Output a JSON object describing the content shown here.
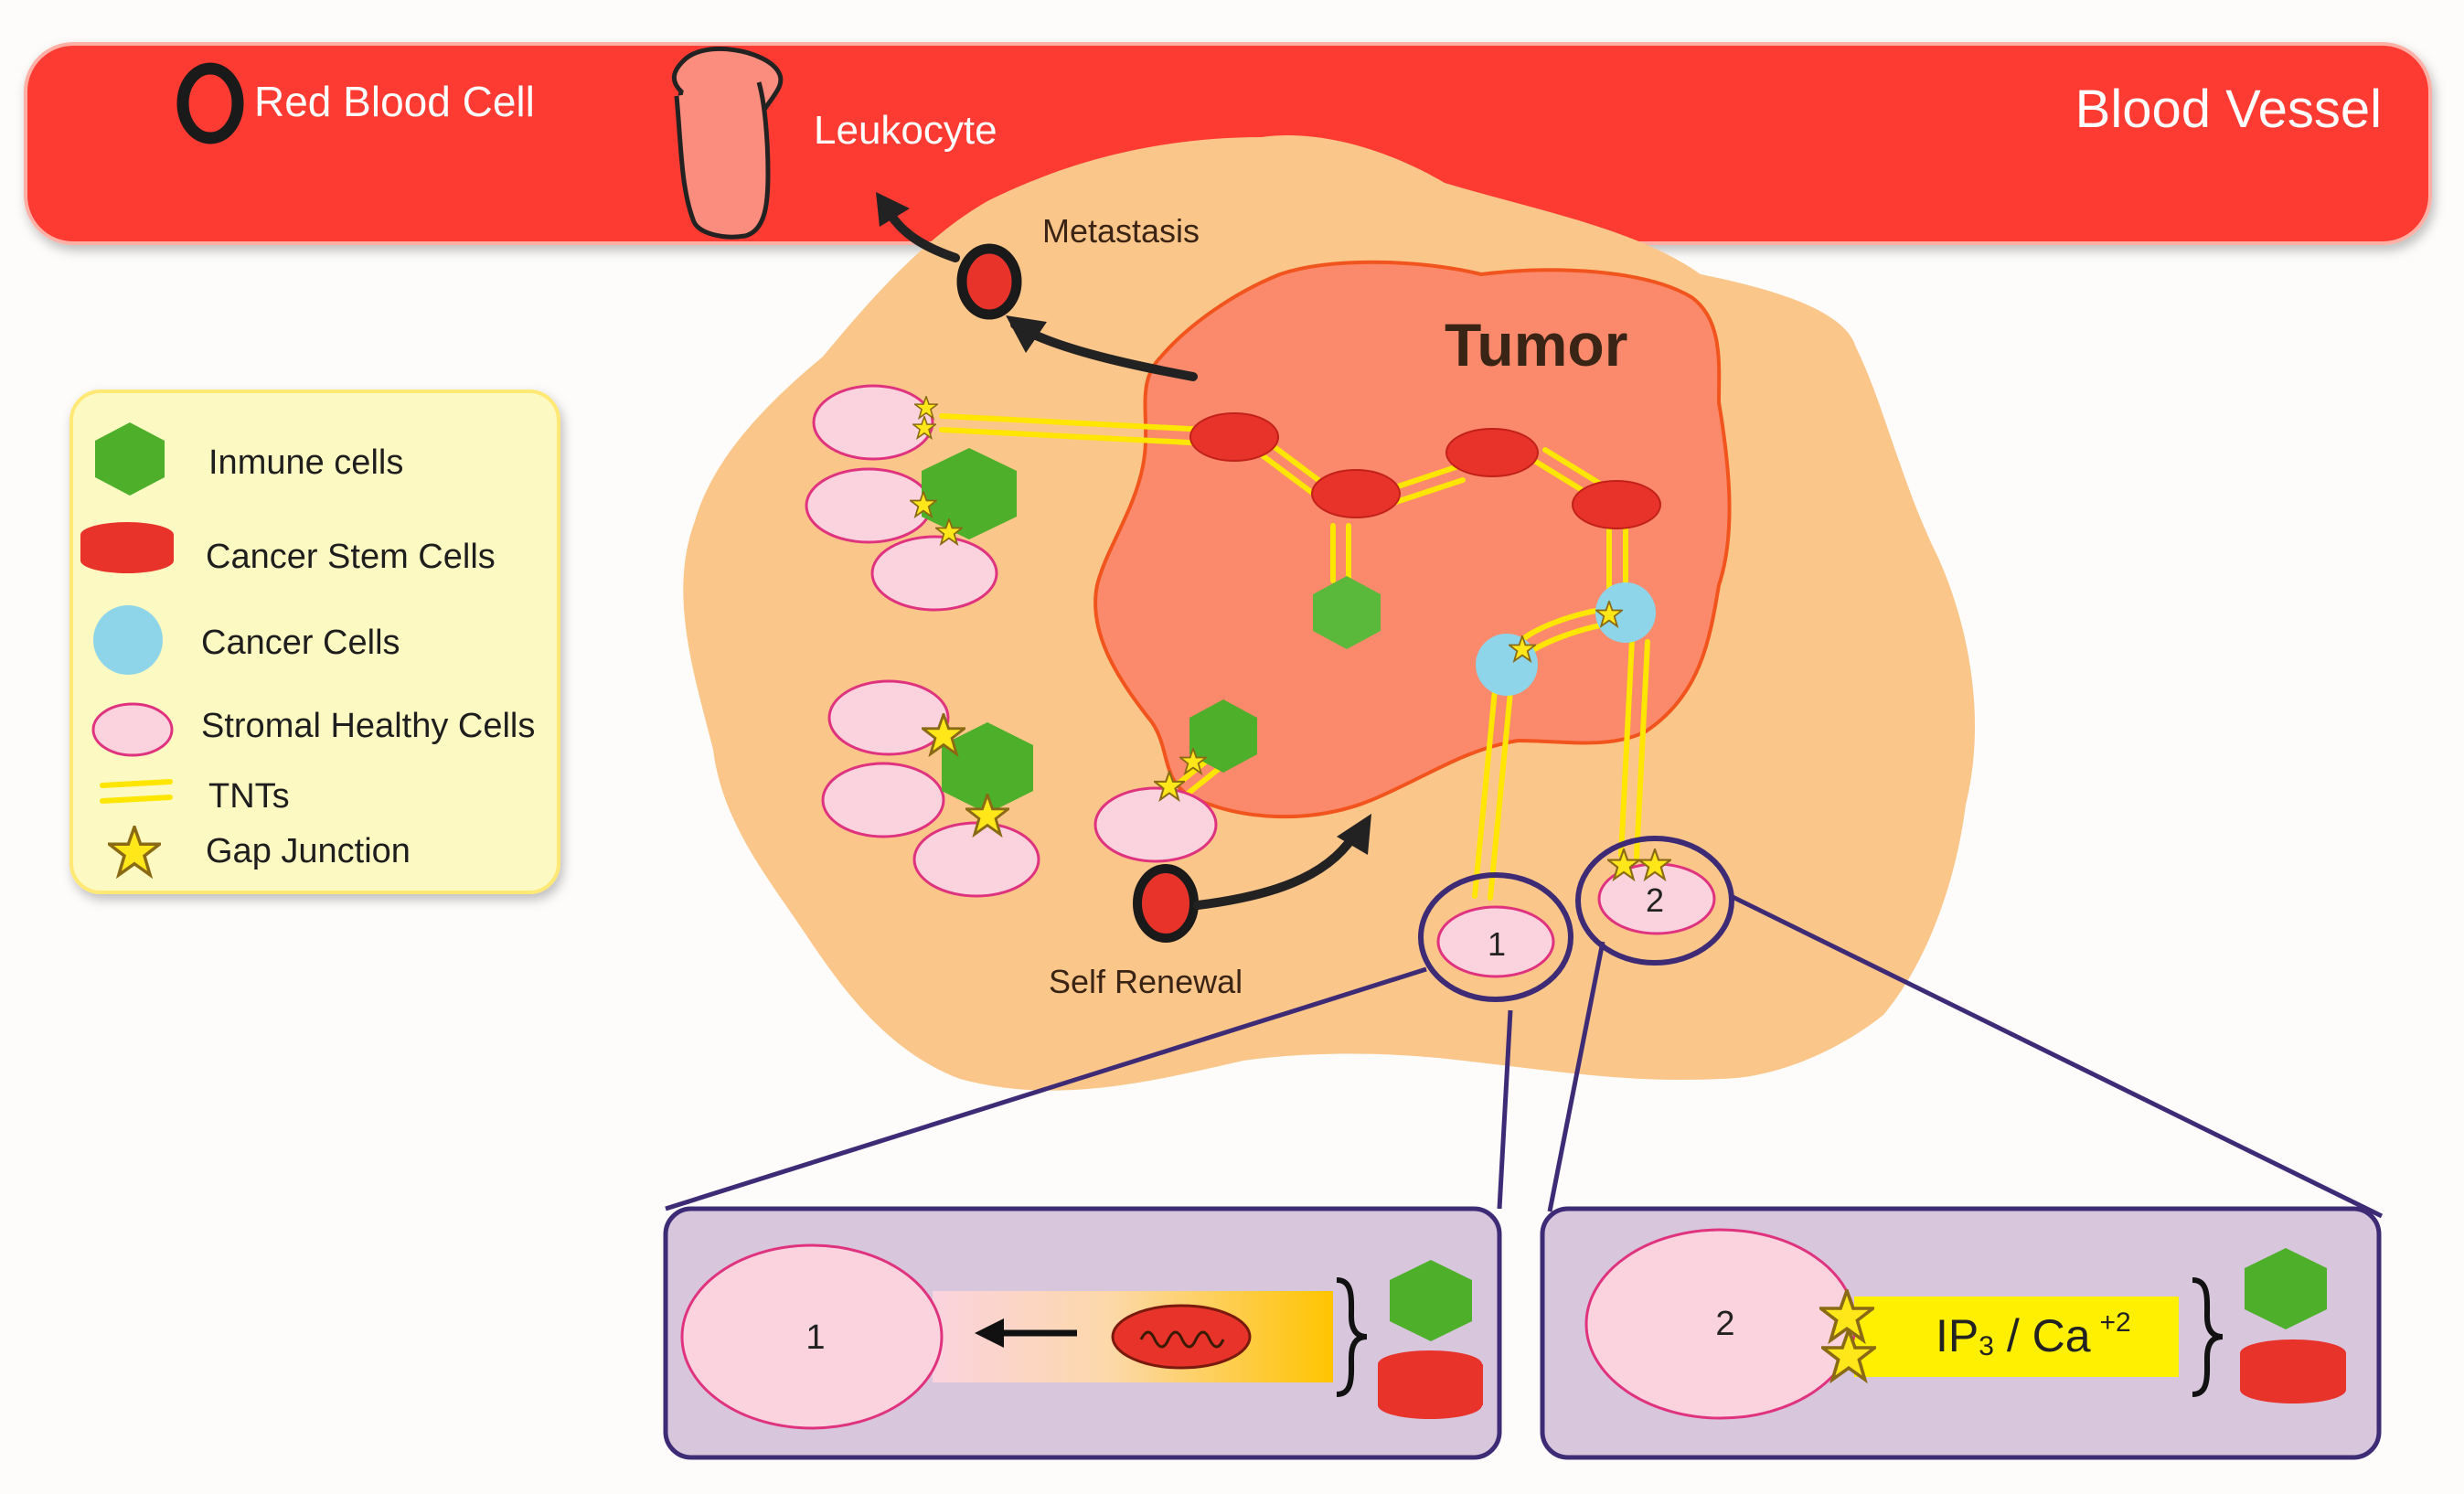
{
  "blood_vessel": {
    "title": "Blood Vessel",
    "red_blood_cell_label": "Red Blood Cell",
    "leukocyte_label": "Leukocyte"
  },
  "process_labels": {
    "metastasis": "Metastasis",
    "self_renewal": "Self Renewal",
    "tumor": "Tumor"
  },
  "legend": {
    "items": [
      {
        "label": "Inmune cells",
        "icon": "immune-cell-hexagon-icon"
      },
      {
        "label": "Cancer Stem Cells",
        "icon": "cancer-stem-cell-icon"
      },
      {
        "label": "Cancer Cells",
        "icon": "cancer-cell-icon"
      },
      {
        "label": "Stromal Healthy Cells",
        "icon": "stromal-cell-icon"
      },
      {
        "label": "TNTs",
        "icon": "tnt-icon"
      },
      {
        "label": "Gap Junction",
        "icon": "gap-junction-star-icon"
      }
    ]
  },
  "zoom_markers": {
    "one": "1",
    "two": "2"
  },
  "panels": {
    "panel1": {
      "cell_label": "1"
    },
    "panel2": {
      "cell_label": "2",
      "signal_main": "IP",
      "signal_sub": "3",
      "signal_mid": " / Ca",
      "signal_sup": "+2"
    }
  },
  "colors": {
    "blood_vessel": "#fe3b32",
    "stroma": "#fbc68a",
    "tumor": "#fb8a6c",
    "cancer_stem": "#e8332b",
    "cancer_cell": "#8ed5ea",
    "immune": "#4daf2a",
    "stromal": "#fbd3df",
    "tnt": "#ffe600",
    "gap_junction": "#ffe71a",
    "zoom_outline": "#3d2b76",
    "panel_bg": "#d8c6dd",
    "legend_bg": "#fdf9c3"
  }
}
